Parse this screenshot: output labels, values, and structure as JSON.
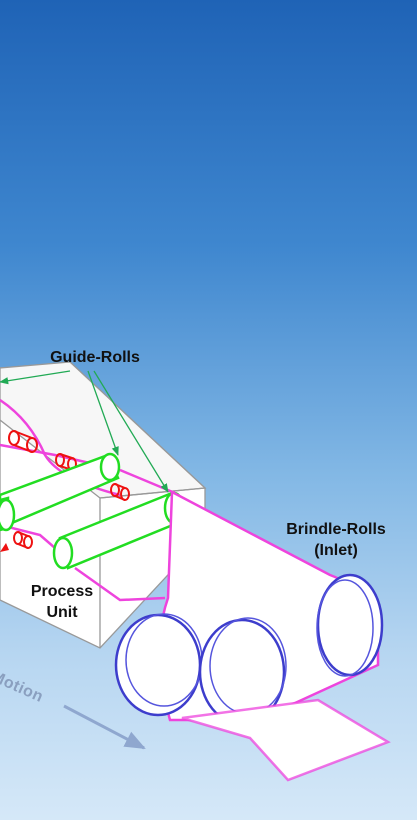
{
  "labels": {
    "guide_rolls": "Guide-Rolls",
    "brindle_rolls_line1": "Brindle-Rolls",
    "brindle_rolls_line2": "(Inlet)",
    "process_unit_line1": "Process",
    "process_unit_line2": "Unit",
    "motion": "Motion"
  },
  "colors": {
    "strip": "#ee44dd",
    "guide_roll": "#22dd22",
    "brindle_roll": "#3d3dcc",
    "inner_roll": "#ee1111",
    "process_unit_edge": "#999999",
    "arrow_green": "#22aa55",
    "motion_arrow": "#8fa7cf"
  }
}
